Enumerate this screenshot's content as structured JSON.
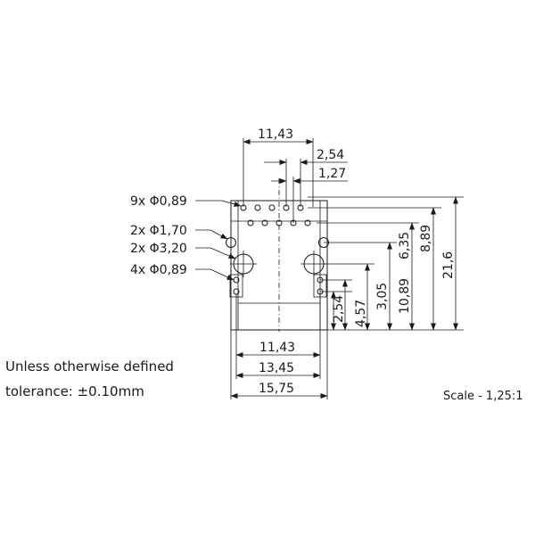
{
  "callouts": {
    "pins_9": "9x Φ0,89",
    "hole_170": "2x Φ1,70",
    "hole_320": "2x Φ3,20",
    "pins_4": "4x Φ0,89"
  },
  "top_dimensions": {
    "d1143": "11,43",
    "d254": "2,54",
    "d127": "1,27"
  },
  "right_dimensions": {
    "d216": "21,6",
    "d889": "8,89",
    "d635": "6,35",
    "d1089": "10,89",
    "d305": "3,05",
    "d457": "4,57",
    "d254": "2,54"
  },
  "bottom_dimensions": {
    "d1143": "11,43",
    "d1345": "13,45",
    "d1575": "15,75"
  },
  "notes": {
    "line1": "Unless otherwise defined",
    "line2": "tolerance: ±0.10mm",
    "scale": "Scale - 1,25:1"
  }
}
